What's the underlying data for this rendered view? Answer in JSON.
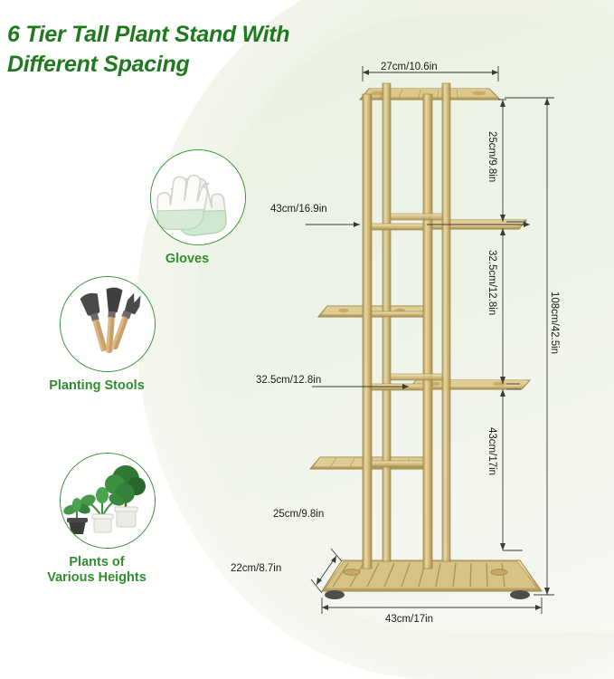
{
  "title": {
    "line1": "6 Tier Tall Plant Stand With",
    "line2": "Different Spacing"
  },
  "colors": {
    "green_text": "#2f8f2f",
    "title_green": "#1f7a1f",
    "bubble_border": "#2f8f2f",
    "gold_light": "#e3cf92",
    "gold_mid": "#cbb06a",
    "gold_dark": "#a88f4e",
    "background_green": "#eef3e6"
  },
  "features": [
    {
      "id": "gloves",
      "icon": "gloves-icon",
      "caption": "Gloves"
    },
    {
      "id": "tools",
      "icon": "garden-trowel-icon",
      "caption": "Planting Stools"
    },
    {
      "id": "plants",
      "icon": "potted-plants-icon",
      "caption": "Plants of\nVarious Heights"
    }
  ],
  "feature_captions": {
    "gloves": "Gloves",
    "tools": "Planting Stools",
    "plants_line1": "Plants of",
    "plants_line2": "Various Heights"
  },
  "dimensions": {
    "top_shelf_width": "27cm/10.6in",
    "shelf_depth_upper": "43cm/16.9in",
    "gap_top": "25cm/9.8in",
    "gap_second": "32.5cm/12.8in",
    "shelf_depth_mid": "32.5cm/12.8in",
    "gap_third": "43cm/17in",
    "gap_bottom": "25cm/9.8in",
    "base_depth": "22cm/8.7in",
    "base_width": "43cm/17in",
    "total_height": "108cm/42.5in"
  }
}
